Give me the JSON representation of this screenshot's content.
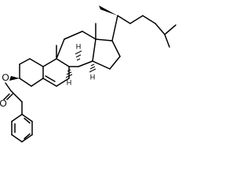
{
  "molecule": {
    "atom_labels": {
      "ester_oxygen": "O",
      "carbonyl_oxygen": "O",
      "h_c8": "H",
      "h_c9": "H",
      "h_c14": "H"
    }
  },
  "colors": {
    "bond": "#000000",
    "background": "#ffffff"
  }
}
